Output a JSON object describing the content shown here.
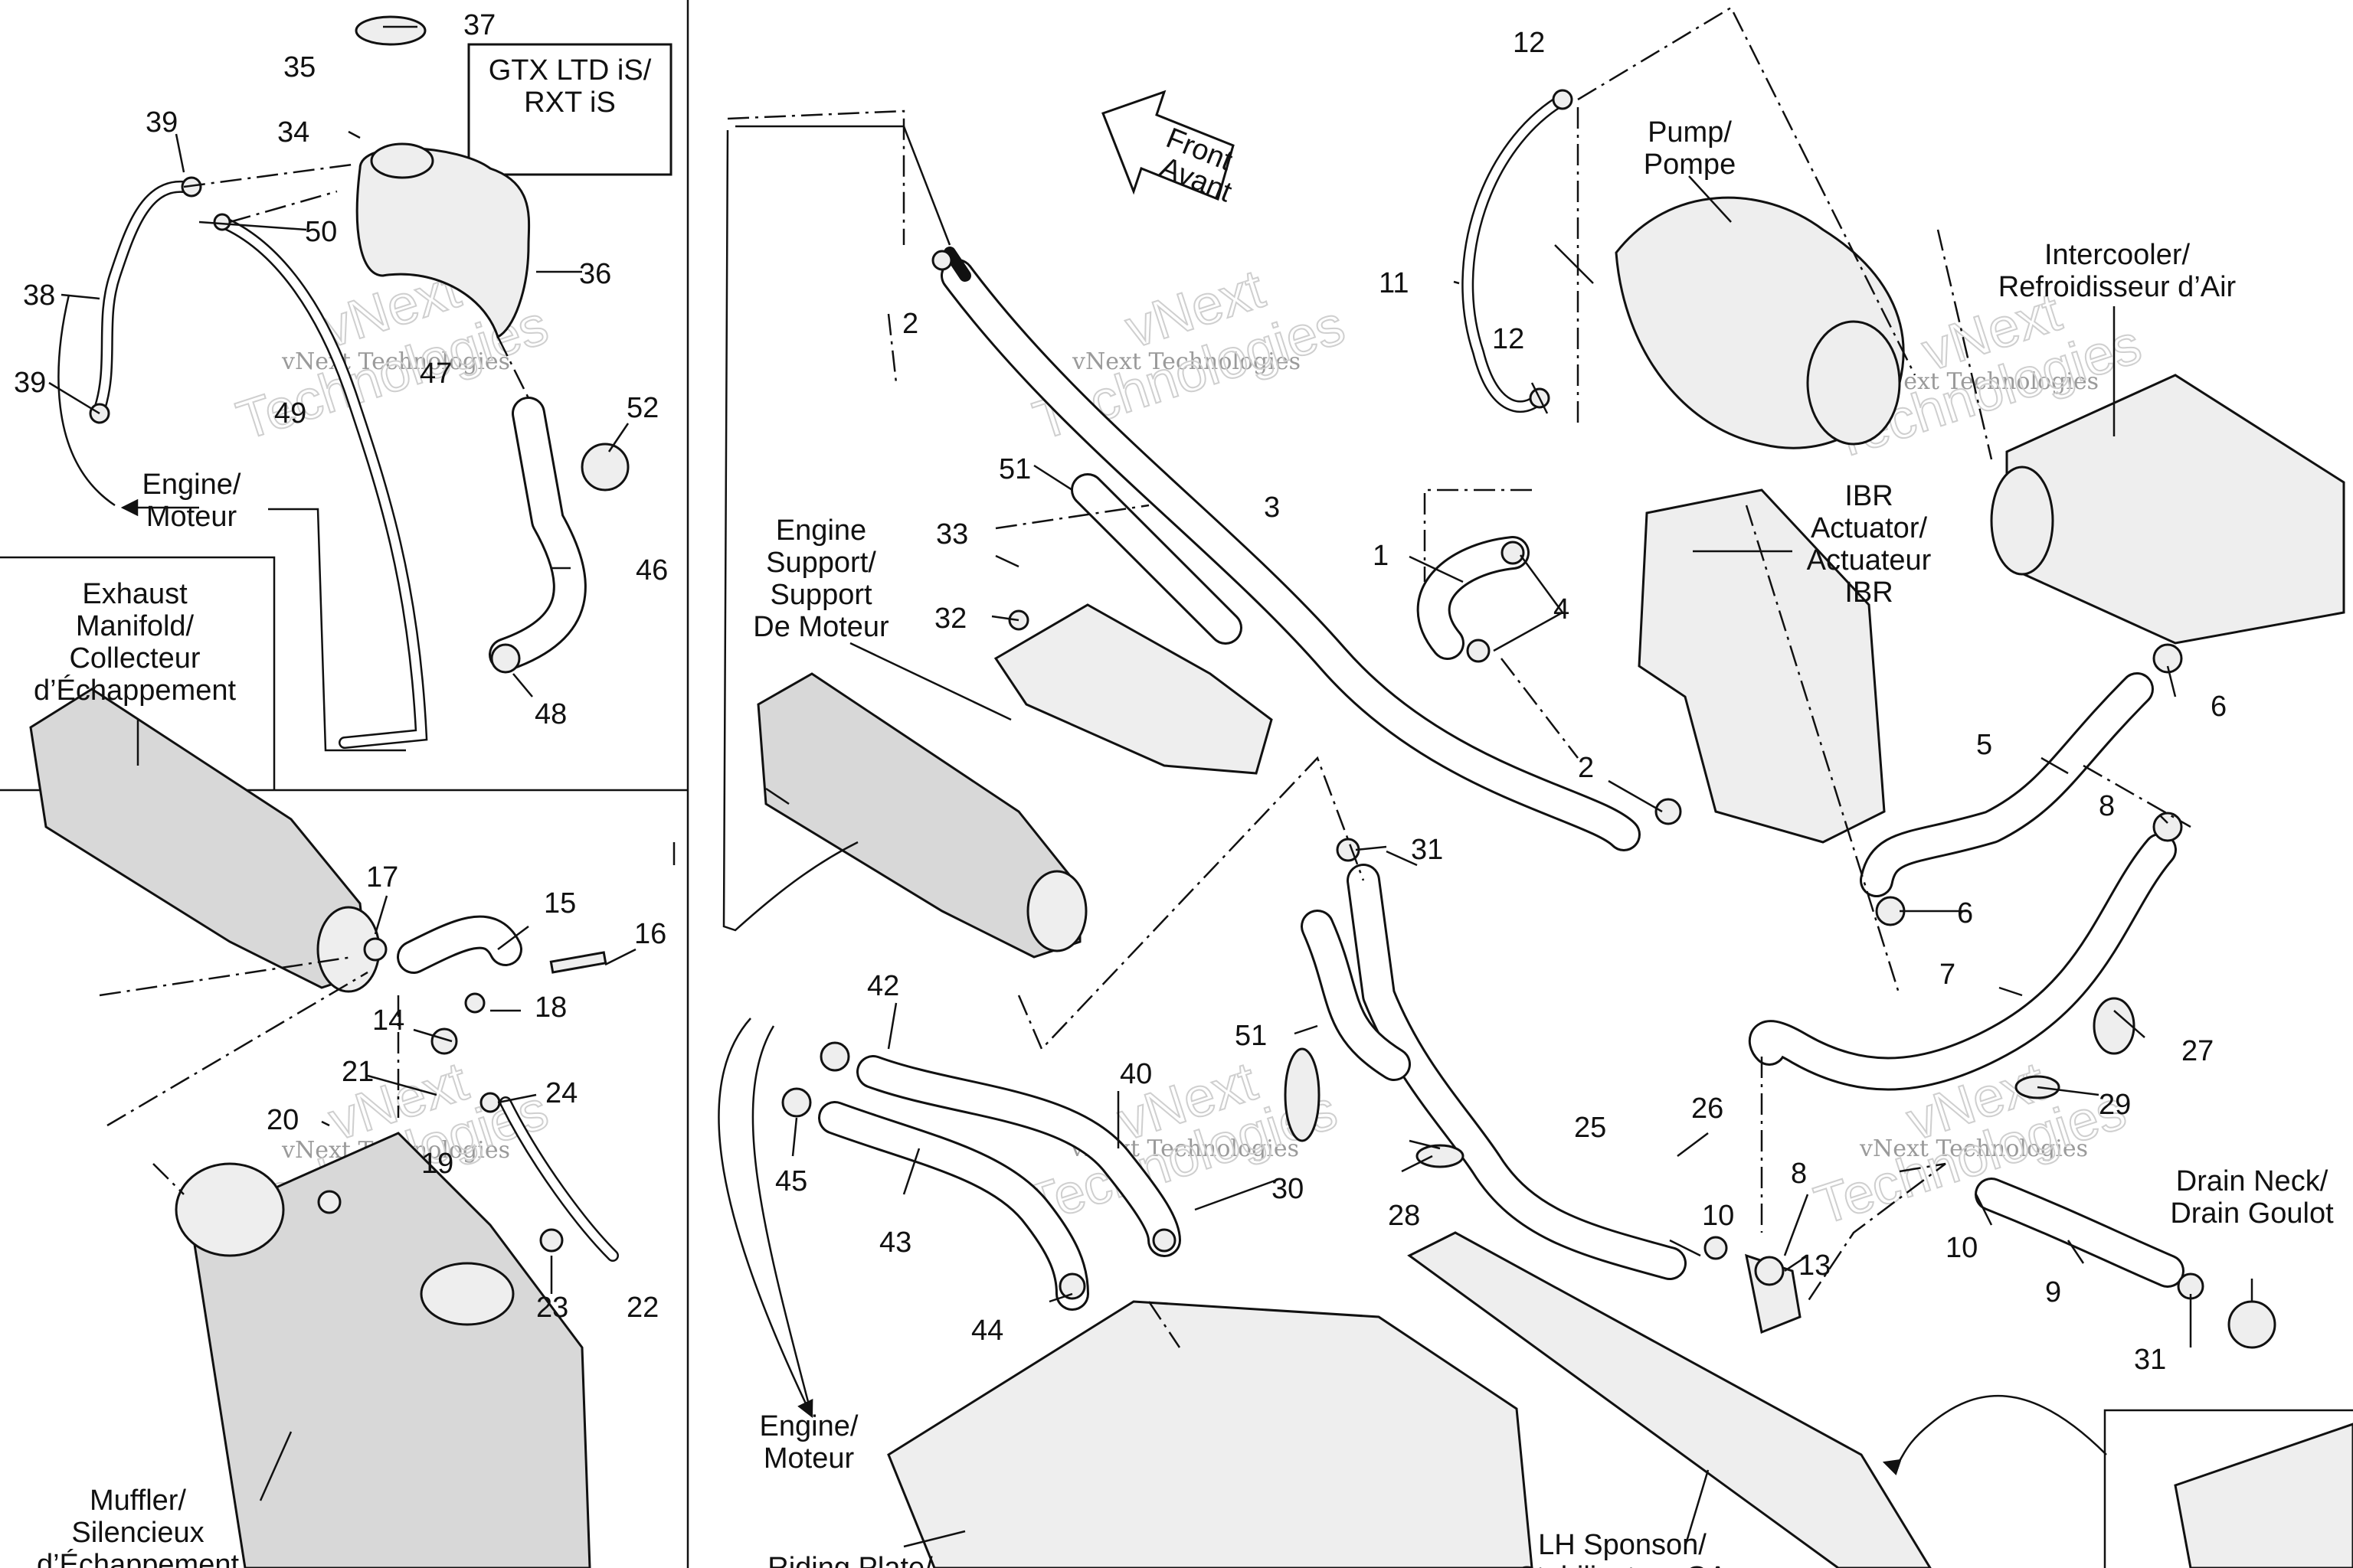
{
  "labels": {
    "gtx": "GTX LTD iS/",
    "rxt": "RXT iS",
    "engine_a1": "Engine/",
    "engine_a2": "Moteur",
    "engine_b1": "Engine/",
    "engine_b2": "Moteur",
    "exhaust1": "Exhaust",
    "exhaust2": "Manifold/",
    "exhaust3": "Collecteur",
    "exhaust4": "d’Échappement",
    "muffler1": "Muffler/",
    "muffler2": "Silencieux",
    "muffler3": "d’Échappement",
    "support1": "Engine",
    "support2": "Support/",
    "support3": "Support",
    "support4": "De Moteur",
    "front1": "Front",
    "front2": "Avant",
    "pump1": "Pump/",
    "pump2": "Pompe",
    "intercooler1": "Intercooler/",
    "intercooler2": "Refroidisseur d’Air",
    "ibr1": "IBR",
    "ibr2": "Actuator/",
    "ibr3": "Actuateur",
    "ibr4": "IBR",
    "drain1": "Drain Neck/",
    "drain2": "Drain Goulot",
    "sponson1": "LH Sponson/",
    "sponson2": "Stabilisateur GA",
    "riding1": "Riding Plate/"
  },
  "watermark": {
    "small": "vNext Technologies",
    "big1": "vNext",
    "big2": "Technologies"
  },
  "callouts": {
    "n1": "1",
    "n2a": "2",
    "n2b": "2",
    "n3": "3",
    "n4": "4",
    "n5": "5",
    "n6a": "6",
    "n6b": "6",
    "n7": "7",
    "n8a": "8",
    "n8b": "8",
    "n9": "9",
    "n10a": "10",
    "n10b": "10",
    "n11": "11",
    "n12a": "12",
    "n12b": "12",
    "n13": "13",
    "n14": "14",
    "n15": "15",
    "n16": "16",
    "n17": "17",
    "n18": "18",
    "n19": "19",
    "n20": "20",
    "n21": "21",
    "n22": "22",
    "n23": "23",
    "n24": "24",
    "n25": "25",
    "n26": "26",
    "n27": "27",
    "n28": "28",
    "n29": "29",
    "n30": "30",
    "n31a": "31",
    "n31b": "31",
    "n32": "32",
    "n33": "33",
    "n34": "34",
    "n35": "35",
    "n36": "36",
    "n37": "37",
    "n38": "38",
    "n39a": "39",
    "n39b": "39",
    "n40": "40",
    "n42": "42",
    "n43": "43",
    "n44": "44",
    "n45": "45",
    "n46": "46",
    "n47": "47",
    "n48": "48",
    "n49": "49",
    "n50": "50",
    "n51a": "51",
    "n51b": "51",
    "n52": "52"
  }
}
